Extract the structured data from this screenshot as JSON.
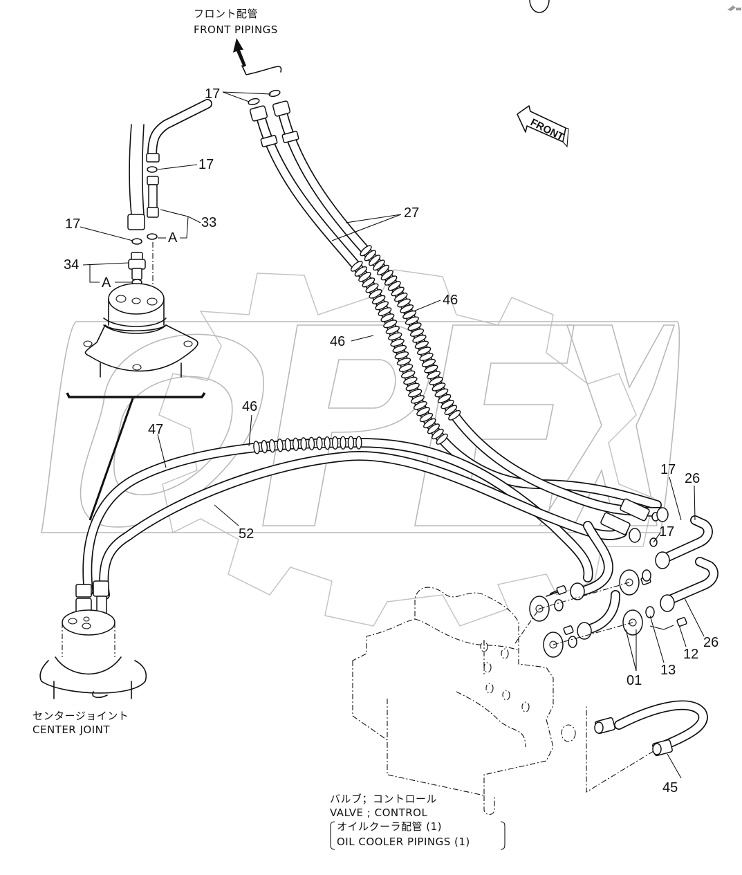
{
  "diagram": {
    "type": "exploded-parts-diagram",
    "watermark": "OPEX",
    "colors": {
      "line": "#111111",
      "watermark": "#b9b9b9",
      "background": "#ffffff"
    },
    "direction_indicator": {
      "label": "FRONT",
      "icon": "arrow-left-icon"
    },
    "captions": {
      "front_pipings_jp": "フロント配管",
      "front_pipings_en": "FRONT PIPINGS",
      "center_joint_jp": "センタージョイント",
      "center_joint_en": "CENTER JOINT",
      "valve_control_jp": "バルブ；コントロール",
      "valve_control_en": "VALVE ; CONTROL",
      "oil_cooler_jp": "オイルクーラ配管 (1)",
      "oil_cooler_en": "OIL COOLER PIPINGS (1)"
    },
    "callouts": [
      {
        "id": "c1",
        "label": "17"
      },
      {
        "id": "c2",
        "label": "17"
      },
      {
        "id": "c3",
        "label": "33"
      },
      {
        "id": "c4",
        "label": "17"
      },
      {
        "id": "c5",
        "label": "A"
      },
      {
        "id": "c6",
        "label": "34"
      },
      {
        "id": "c7",
        "label": "A"
      },
      {
        "id": "c8",
        "label": "27"
      },
      {
        "id": "c9",
        "label": "46"
      },
      {
        "id": "c10",
        "label": "46"
      },
      {
        "id": "c11",
        "label": "46"
      },
      {
        "id": "c12",
        "label": "47"
      },
      {
        "id": "c13",
        "label": "52"
      },
      {
        "id": "c14",
        "label": "17"
      },
      {
        "id": "c15",
        "label": "26"
      },
      {
        "id": "c16",
        "label": "17"
      },
      {
        "id": "c17",
        "label": "26"
      },
      {
        "id": "c18",
        "label": "12"
      },
      {
        "id": "c19",
        "label": "13"
      },
      {
        "id": "c20",
        "label": "01"
      },
      {
        "id": "c21",
        "label": "45"
      }
    ]
  }
}
